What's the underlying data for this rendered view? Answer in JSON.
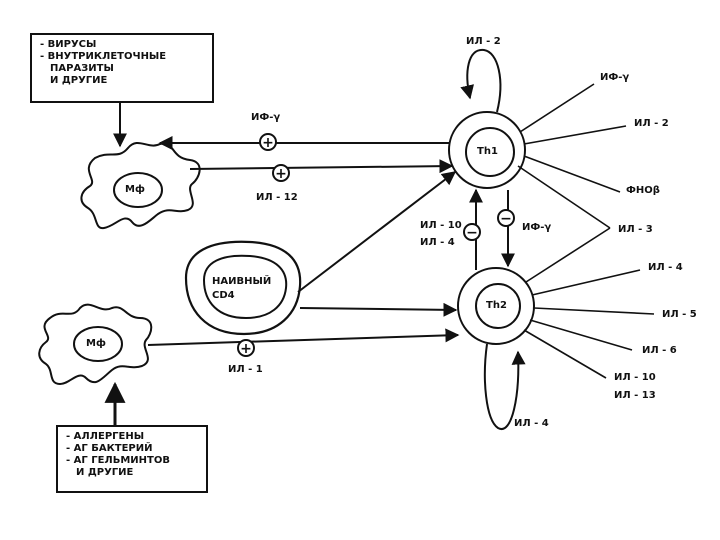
{
  "top_box": {
    "lines": [
      "- ВИРУСЫ",
      "- ВНУТРИКЛЕТОЧНЫЕ",
      "  ПАРАЗИТЫ",
      "  И ДРУГИЕ"
    ]
  },
  "bottom_box": {
    "lines": [
      "- АЛЛЕРГЕНЫ",
      "- АГ БАКТЕРИЙ",
      "- АГ ГЕЛЬМИНТОВ",
      "  И ДРУГИЕ"
    ]
  },
  "cells": {
    "mf_top": "Мф",
    "mf_bottom": "Мф",
    "naive_line1": "НАИВНЫЙ",
    "naive_line2": "CD4",
    "th1": "Th1",
    "th2": "Th2"
  },
  "labels": {
    "if_gamma_top": "ИФ-γ",
    "il12": "ИЛ - 12",
    "il1": "ИЛ - 1",
    "il2_loop": "ИЛ - 2",
    "il10_mid": "ИЛ - 10",
    "il4_mid": "ИЛ - 4",
    "if_gamma_mid": "ИФ-γ",
    "il4_loop": "ИЛ - 4",
    "th1_out": [
      "ИФ-γ",
      "ИЛ - 2",
      "ФНОβ",
      "ИЛ - 3"
    ],
    "th2_out": [
      "ИЛ - 4",
      "ИЛ - 5",
      "ИЛ - 6",
      "ИЛ - 10",
      "ИЛ - 13"
    ]
  },
  "signs": {
    "plus": "+",
    "minus": "−"
  }
}
